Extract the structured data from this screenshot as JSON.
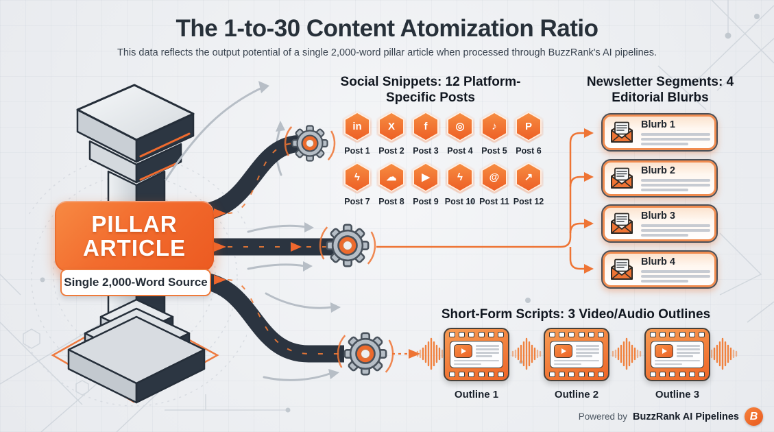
{
  "header": {
    "title": "The 1-to-30 Content Atomization Ratio",
    "subtitle": "This data reflects the output potential of a single 2,000-word pillar article when processed through BuzzRank's AI pipelines."
  },
  "pillar": {
    "line1": "PILLAR",
    "line2": "ARTICLE",
    "source_label": "Single 2,000-Word Source"
  },
  "social": {
    "heading": "Social Snippets: 12 Platform-Specific Posts",
    "posts": [
      {
        "label": "Post 1",
        "icon": "linkedin-icon",
        "glyph": "in"
      },
      {
        "label": "Post 2",
        "icon": "x-icon",
        "glyph": "X"
      },
      {
        "label": "Post 3",
        "icon": "facebook-icon",
        "glyph": "f"
      },
      {
        "label": "Post 4",
        "icon": "instagram-icon",
        "glyph": "◎"
      },
      {
        "label": "Post 5",
        "icon": "tiktok-icon",
        "glyph": "♪"
      },
      {
        "label": "Post 6",
        "icon": "pinterest-icon",
        "glyph": "P"
      },
      {
        "label": "Post 7",
        "icon": "youtube-shorts-icon",
        "glyph": "ϟ"
      },
      {
        "label": "Post 8",
        "icon": "soundcloud-icon",
        "glyph": "☁"
      },
      {
        "label": "Post 9",
        "icon": "youtube-icon",
        "glyph": "▶"
      },
      {
        "label": "Post 10",
        "icon": "youtube-shorts-icon",
        "glyph": "ϟ"
      },
      {
        "label": "Post 11",
        "icon": "threads-icon",
        "glyph": "@"
      },
      {
        "label": "Post 12",
        "icon": "analytics-icon",
        "glyph": "↗"
      }
    ]
  },
  "newsletter": {
    "heading": "Newsletter Segments: 4 Editorial Blurbs",
    "blurbs": [
      {
        "label": "Blurb 1"
      },
      {
        "label": "Blurb 2"
      },
      {
        "label": "Blurb 3"
      },
      {
        "label": "Blurb 4"
      }
    ]
  },
  "shortform": {
    "heading": "Short-Form Scripts: 3 Video/Audio Outlines",
    "outlines": [
      {
        "label": "Outline 1"
      },
      {
        "label": "Outline 2"
      },
      {
        "label": "Outline 3"
      }
    ]
  },
  "footer": {
    "powered_by": "Powered by",
    "brand": "BuzzRank AI Pipelines",
    "logo_glyph": "B"
  },
  "colors": {
    "accent_orange": "#ee6a2c",
    "dark_navy": "#2b3440",
    "background": "#edeff1",
    "muted_gray": "#c7cbd2"
  }
}
